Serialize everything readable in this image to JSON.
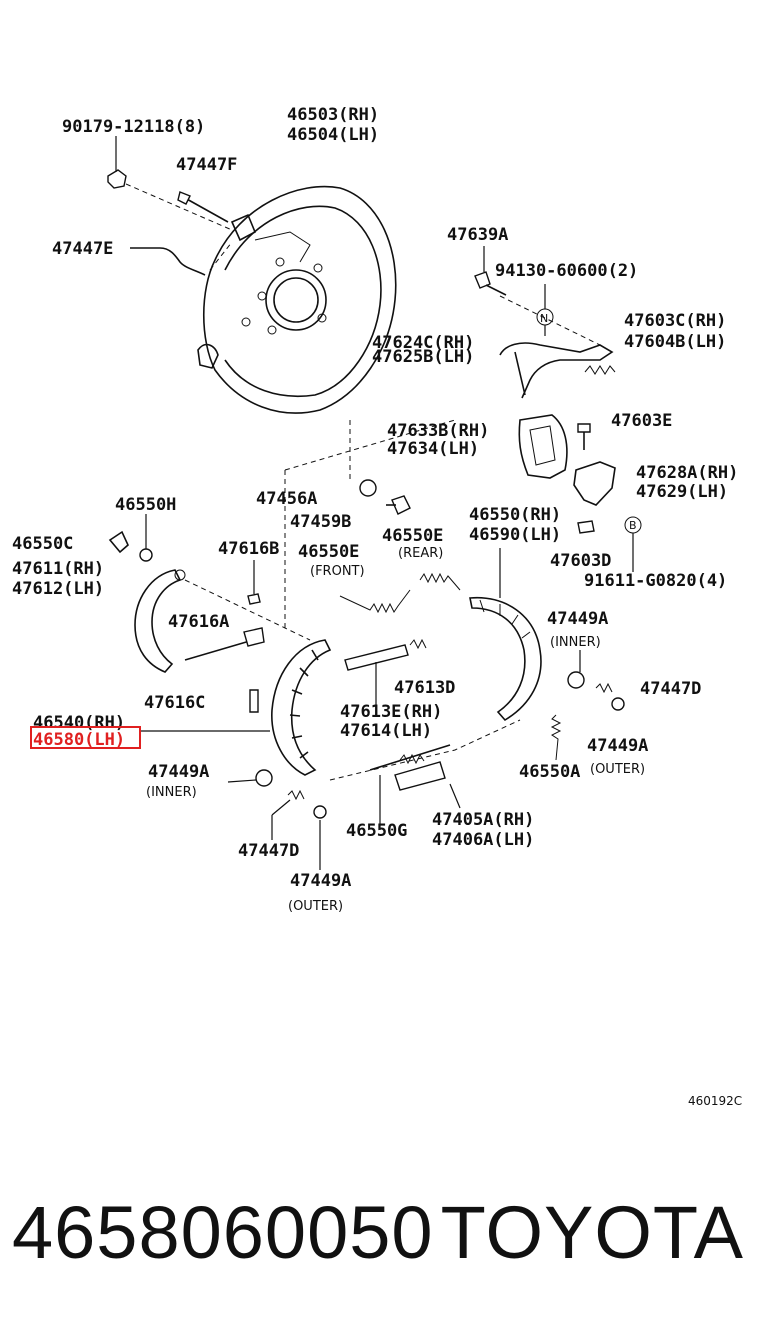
{
  "labels": {
    "l90179": "90179-12118(8)",
    "l46503": "46503(RH)",
    "l46504": "46504(LH)",
    "l47447f": "47447F",
    "l47447e": "47447E",
    "l47639a": "47639A",
    "l94130": "94130-60600(2)",
    "l47603c": "47603C(RH)",
    "l47604b": "47604B(LH)",
    "l47624c": "47624C(RH)",
    "l47625b": "47625B(LH)",
    "l47633b": "47633B(RH)",
    "l47634": "47634(LH)",
    "l47603e": "47603E",
    "l47628a": "47628A(RH)",
    "l47629": "47629(LH)",
    "l46550h": "46550H",
    "l47456a": "47456A",
    "l47459b": "47459B",
    "l46550c": "46550C",
    "l47611": "47611(RH)",
    "l47612": "47612(LH)",
    "l47616b": "47616B",
    "l46550e_f": "46550E",
    "front": "(FRONT)",
    "l46550e_r": "46550E",
    "rear": "(REAR)",
    "l46550": "46550(RH)",
    "l46590": "46590(LH)",
    "l47603d": "47603D",
    "l91611": "91611-G0820(4)",
    "l47616a": "47616A",
    "l47449a_r": "47449A",
    "inner_r": "(INNER)",
    "l47613d": "47613D",
    "l47447d_r": "47447D",
    "l47616c": "47616C",
    "l47613e": "47613E(RH)",
    "l47614": "47614(LH)",
    "l46540": "46540(RH)",
    "l46580": "46580(LH)",
    "l47449a_outer_r": "47449A",
    "outer_r": "(OUTER)",
    "l46550a": "46550A",
    "l47449a_l": "47449A",
    "inner_l": "(INNER)",
    "l46550g": "46550G",
    "l47405a": "47405A(RH)",
    "l47406a": "47406A(LH)",
    "l47447d_l": "47447D",
    "l47449a_outer_l": "47449A",
    "outer_l": "(OUTER)",
    "markN": "N",
    "markB": "B",
    "code": "460192C"
  },
  "highlight_color": "#e02020",
  "footer": {
    "part_number": "4658060050",
    "brand": "TOYOTA"
  }
}
